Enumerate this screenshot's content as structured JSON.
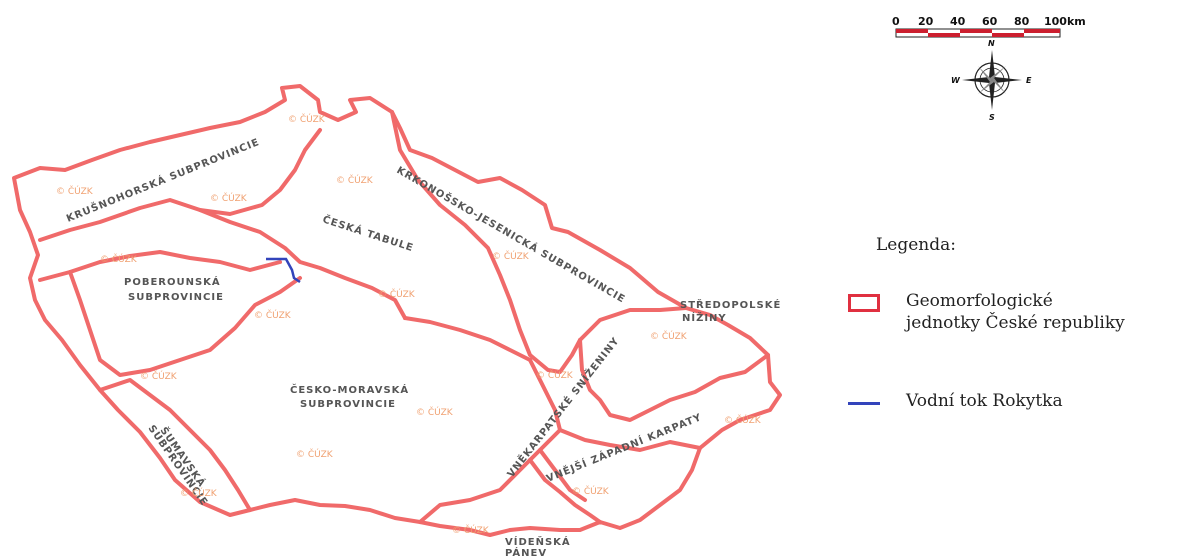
{
  "legend": {
    "title": "Legenda:",
    "items": [
      {
        "label_line1": "Geomorfologické",
        "label_line2": "jednotky České republiky",
        "symbol": "red-outline-box",
        "color": "#e03040"
      },
      {
        "label_line1": "Vodní tok Rokytka",
        "symbol": "blue-line",
        "color": "#3344bb"
      }
    ]
  },
  "scale_bar": {
    "labels": [
      "0",
      "20",
      "40",
      "60",
      "80",
      "100km"
    ],
    "colors": [
      "#cc1f2f",
      "#ffffff"
    ]
  },
  "compass": {
    "n": "N",
    "s": "S",
    "e": "E",
    "w": "W"
  },
  "regions": [
    "KRUŠNOHORSKÁ SUBPROVINCIE",
    "KRKONOŠSKO-JESENICKÁ SUBPROVINCIE",
    "ČESKÁ TABULE",
    "POBEROUNSKÁ",
    "SUBPROVINCIE",
    "STŘEDOPOLSKÉ",
    "NÍŽINY",
    "ČESKO-MORAVSKÁ",
    "SUBPROVINCIE",
    "ŠUMAVSKÁ",
    "SUBPROVINCIE",
    "VNĚKARPATSKÉ SNÍŽENINY",
    "VNĚJŠÍ ZÁPADNÍ KARPATY",
    "VÍDEŇSKÁ",
    "PÁNEV"
  ],
  "watermark": "© ČÚZK",
  "colors": {
    "boundary": "#f06a6a",
    "river": "#3344bb"
  }
}
